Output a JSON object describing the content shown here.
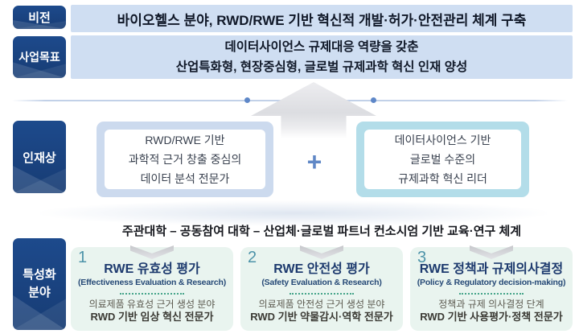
{
  "colors": {
    "label_navy": "#1d4a8c",
    "bar_light_blue": "#cfdef2",
    "talent_left_border": "#ccdaee",
    "talent_right_border": "#b3dde9",
    "plus_blue": "#5f87c6",
    "divider_dot_blue": "#5e87c8",
    "mint_card": "#e9f4ef",
    "number_teal": "#4d93a9",
    "title_navy": "#1d3a6e",
    "dotted_green": "#44a489",
    "arrow_grey": "#dcdde1"
  },
  "vision": {
    "label": "비전",
    "text": "바이오헬스 분야, RWD/RWE 기반 혁신적 개발·허가·안전관리 체계 구축"
  },
  "goal": {
    "label": "사업목표",
    "lines": [
      "데이터사이언스 규제대응 역량을 갖춘",
      "산업특화형, 현장중심형, 글로벌 규제과학 혁신 인재 양성"
    ]
  },
  "talent": {
    "label": "인재상",
    "plus": "+",
    "left_card": {
      "lines": [
        "RWD/RWE 기반",
        "과학적 근거 창출 중심의",
        "데이터 분석 전문가"
      ]
    },
    "right_card": {
      "lines": [
        "데이터사이언스 기반",
        "글로벌 수준의",
        "규제과학 혁신 리더"
      ]
    }
  },
  "specialization": {
    "label_lines": [
      "특성화",
      "분야"
    ],
    "header": "주관대학 – 공동참여 대학 – 산업체·글로벌 파트너 컨소시엄 기반 교육·연구 체계",
    "cards": [
      {
        "number": "1",
        "title": "RWE 유효성 평가",
        "subtitle": "(Effectiveness Evaluation & Research)",
        "body": [
          "의료제품 유효성 근거 생성 분야",
          "RWD 기반 임상 혁신 전문가"
        ]
      },
      {
        "number": "2",
        "title": "RWE 안전성 평가",
        "subtitle": "(Safety Evaluation & Research)",
        "body": [
          "의료제품 안전성 근거 생성 분야",
          "RWD 기반 약물감시·역학 전문가"
        ]
      },
      {
        "number": "3",
        "title": "RWE 정책과 규제의사결정",
        "subtitle": "(Policy & Regulatory decision-making)",
        "body": [
          "정책과 규제 의사결정 단계",
          "RWD 기반 사용평가·정책 전문가"
        ]
      }
    ]
  }
}
